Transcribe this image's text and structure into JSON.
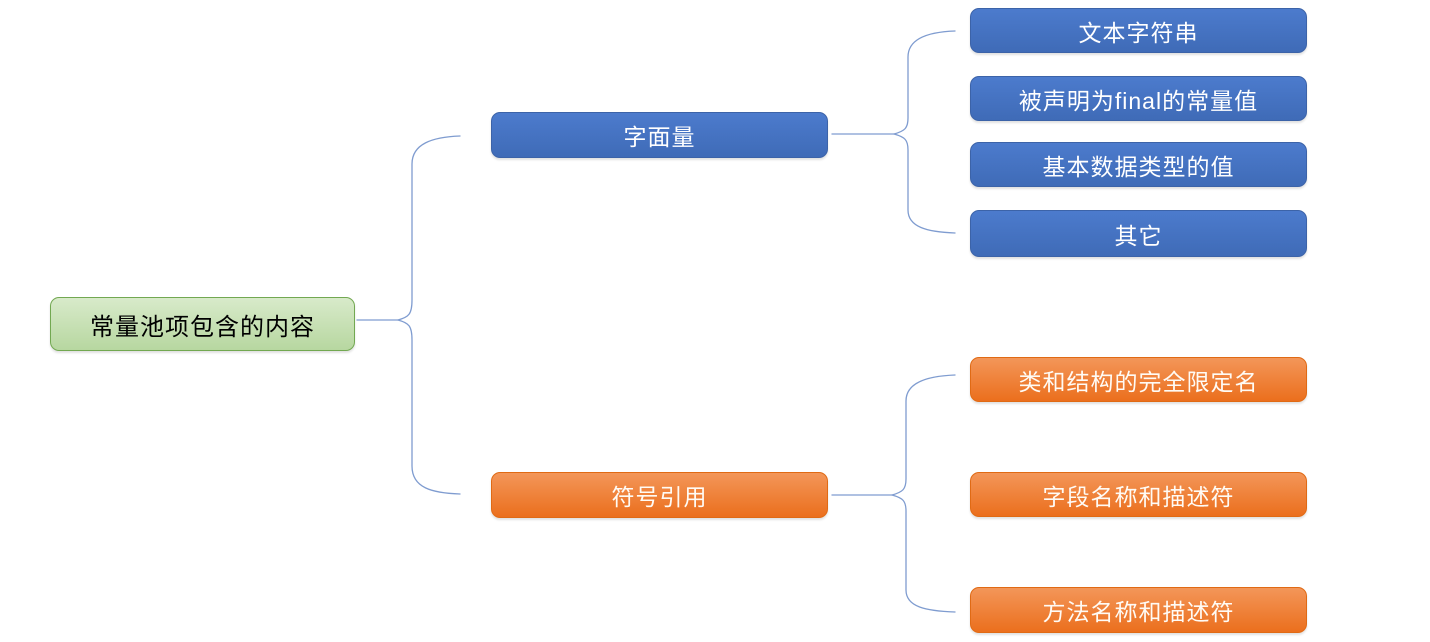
{
  "root": {
    "label": "常量池项包含的内容"
  },
  "branches": [
    {
      "label": "字面量",
      "children": [
        "文本字符串",
        "被声明为final的常量值",
        "基本数据类型的值",
        "其它"
      ]
    },
    {
      "label": "符号引用",
      "children": [
        "类和结构的完全限定名",
        "字段名称和描述符",
        "方法名称和描述符"
      ]
    }
  ],
  "colors": {
    "root_fill": "#C5E0B4",
    "root_border": "#72A851",
    "literal_fill": "#4472C4",
    "literal_border": "#3C63A8",
    "symbolic_fill": "#ED7D31",
    "symbolic_border": "#E06A14",
    "connector": "#7F9CD0",
    "background": "#FFFFFF"
  }
}
